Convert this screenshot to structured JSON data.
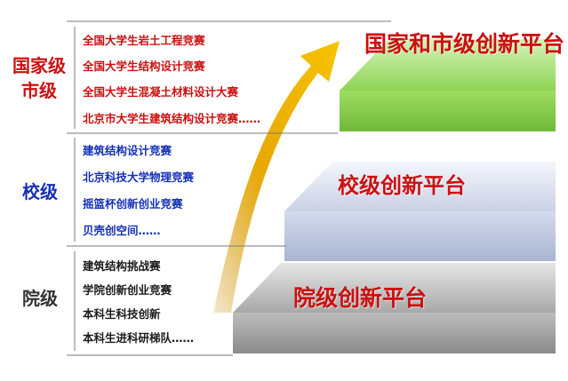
{
  "levels": [
    {
      "label_line1": "国家级",
      "label_line2": "市级",
      "color": "#cc1010",
      "items": [
        "全国大学生岩土工程竞赛",
        "全国大学生结构设计竞赛",
        "全国大学生混凝土材料设计大赛",
        "北京市大学生建筑结构设计竞赛……"
      ]
    },
    {
      "label_line1": "校级",
      "color": "#1430b8",
      "items": [
        "建筑结构设计竞赛",
        "北京科技大学物理竞赛",
        "摇篮杯创新创业竞赛",
        "贝壳创空间……"
      ]
    },
    {
      "label_line1": "院级",
      "color": "#333333",
      "items": [
        "建筑结构挑战赛",
        "学院创新创业竞赛",
        "本科生科技创新",
        "本科生进科研梯队……"
      ]
    }
  ],
  "platforms": {
    "national": "国家和市级创新平台",
    "school": "校级创新平台",
    "college": "院级创新平台"
  },
  "colors": {
    "red_text": "#cc1010",
    "blue_text": "#1430b8",
    "green_top": "#a6de6a",
    "green_front": "#8bd14e",
    "blue_top": "#d7deef",
    "blue_front": "#c7d0e6",
    "gray_top": "#b8b8b8",
    "gray_front": "#9a9a9a",
    "arrow_gold": "#f0b400",
    "bracket_line": "#7a7a7a"
  }
}
